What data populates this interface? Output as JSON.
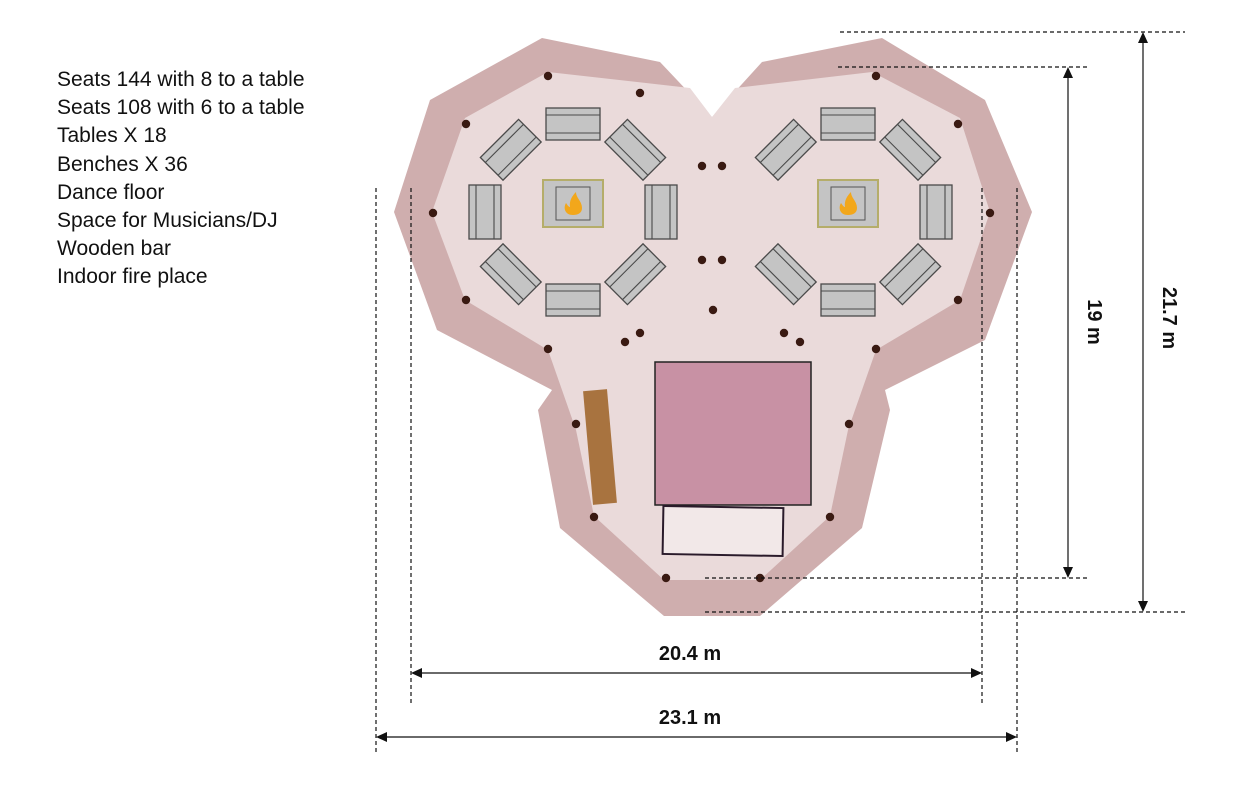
{
  "features": [
    "Seats 144 with 8 to a table",
    "Seats 108 with 6 to a table",
    "Tables X 18",
    "Benches X 36",
    "Dance floor",
    "Space for Musicians/DJ",
    "Wooden bar",
    "Indoor fire place"
  ],
  "dimensions": {
    "inner_width": "20.4 m",
    "outer_width": "23.1 m",
    "inner_height": "19 m",
    "outer_height": "21.7 m"
  },
  "icons": {
    "fireplace": "fire-icon"
  },
  "colors": {
    "outer_wall": "#cfaeae",
    "floor": "#eadada",
    "pillar": "#3a1a12",
    "table": "#c4c4c4",
    "fireplace_border": "#b5ad6a",
    "dance_floor": "#c891a4",
    "bar": "#a8733f",
    "flame": "#f2a71b"
  }
}
